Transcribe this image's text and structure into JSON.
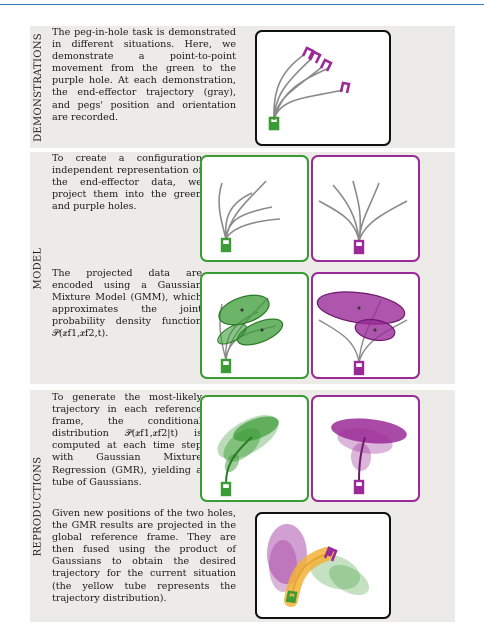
{
  "sections": {
    "demonstrations": {
      "label": "DEMONSTRATIONS",
      "text": "The peg-in-hole task is demonstrated in different situations. Here, we demonstrate a point-to-point movement from the green to the purple hole. At each demonstration, the end-effector trajectory (gray), and pegs' position and orientation are recorded."
    },
    "model": {
      "label": "MODEL",
      "text1": "To create a configuration independent representation of the end-effector data, we project them into the green and purple holes.",
      "text2": "The projected data are encoded using a Gaussian Mixture Model (GMM), which approximates the joint probability density function 𝒫(𝒙f1,𝒙f2,t)."
    },
    "reproductions": {
      "label": "REPRODUCTIONS",
      "text1": "To generate the most-likely trajectory in each reference frame, the conditional distribution 𝒫(𝒙f1,𝒙f2|t) is computed at each time step with Gaussian Mixture Regression (GMR), yielding a tube of Gaussians.",
      "text2": "Given new positions of the two holes, the GMR results are projected in the global reference frame. They are then fused using the product of Gaussians to obtain the desired trajectory for the current situation (the yellow tube represents the trajectory distribution)."
    }
  },
  "colors": {
    "green": "#3b9b35",
    "purple": "#9a2a98",
    "gray": "#8a8a8a",
    "yellow": "#f2b33a",
    "panel": "#ecebe7"
  }
}
